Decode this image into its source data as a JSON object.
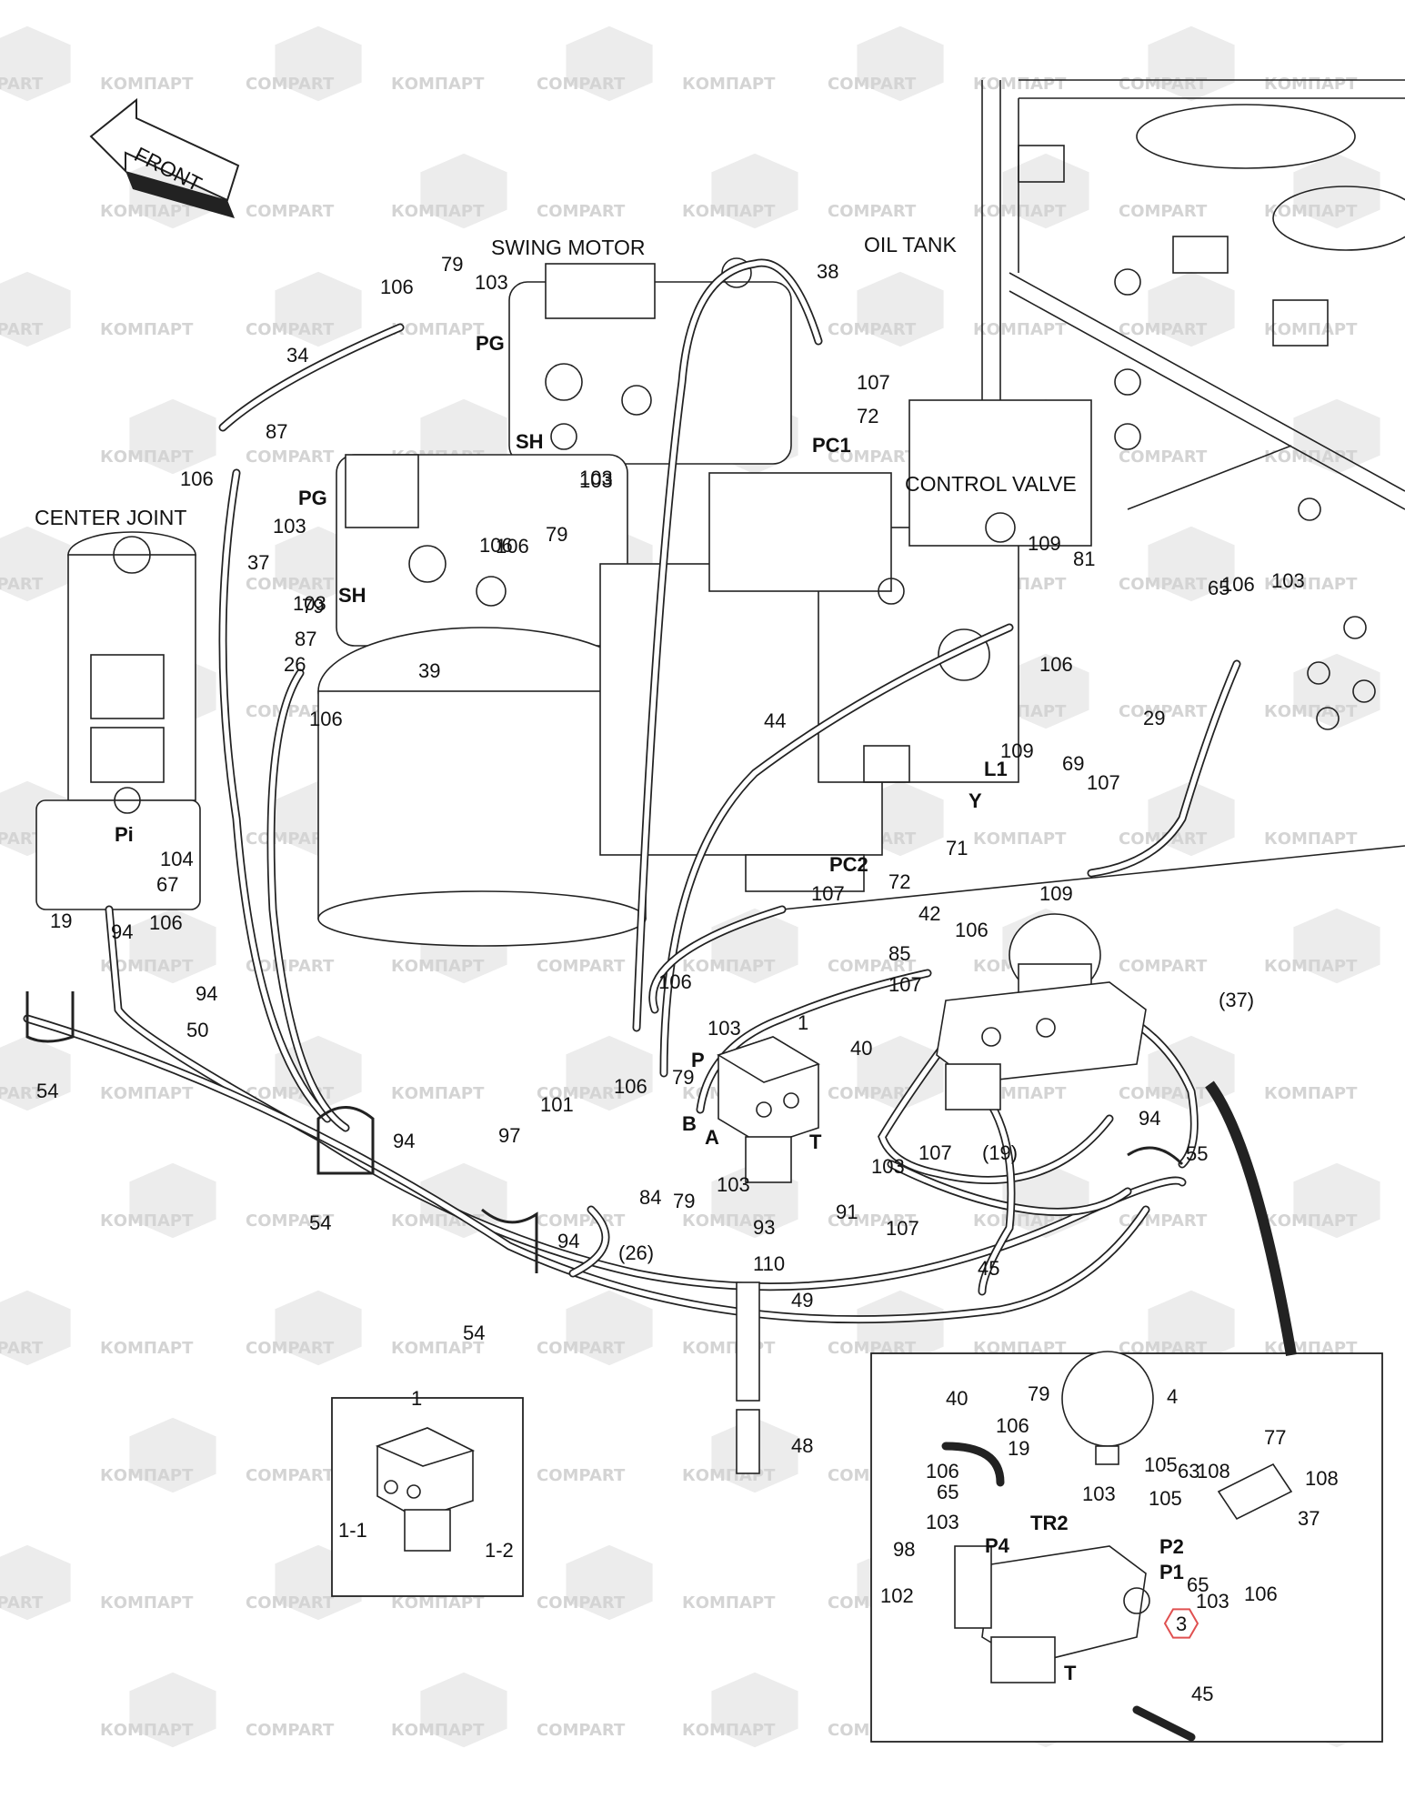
{
  "watermark": {
    "latin": "COMPART",
    "cyrillic": "КОМПАРТ"
  },
  "front_label": "FRONT",
  "captions": {
    "swing_motor": "SWING MOTOR",
    "oil_tank": "OIL TANK",
    "control_valve": "CONTROL VALVE",
    "center_joint": "CENTER JOINT"
  },
  "ports": {
    "pg1": "PG",
    "pg2": "PG",
    "sh1": "SH",
    "sh2": "SH",
    "pc1": "PC1",
    "pc2": "PC2",
    "pi": "Pi",
    "l1": "L1",
    "y": "Y",
    "p": "P",
    "a": "A",
    "b": "B",
    "t": "T",
    "tr2": "TR2",
    "p4": "P4",
    "p2": "P2",
    "p1": "P1",
    "t2": "T"
  },
  "labels": [
    "106",
    "79",
    "103",
    "34",
    "87",
    "106",
    "103",
    "37",
    "106",
    "79",
    "103",
    "38",
    "107",
    "72",
    "103",
    "106",
    "79",
    "103",
    "87",
    "39",
    "26",
    "106",
    "104",
    "67",
    "19",
    "106",
    "94",
    "94",
    "50",
    "54",
    "94",
    "54",
    "54",
    "97",
    "101",
    "106",
    "84",
    "79",
    "103",
    "94",
    "(26)",
    "93",
    "110",
    "49",
    "48",
    "44",
    "109",
    "81",
    "106",
    "109",
    "69",
    "107",
    "71",
    "109",
    "106",
    "72",
    "107",
    "42",
    "85",
    "107",
    "106",
    "103",
    "1",
    "79",
    "40",
    "103",
    "107",
    "91",
    "107",
    "(19)",
    "45",
    "(37)",
    "94",
    "55",
    "65",
    "103",
    "106",
    "29",
    "1",
    "1-1",
    "1-2",
    "40",
    "79",
    "106",
    "19",
    "4",
    "105",
    "106",
    "65",
    "103",
    "98",
    "102",
    "103",
    "63",
    "108",
    "77",
    "108",
    "105",
    "37",
    "65",
    "106",
    "103",
    "3",
    "45"
  ],
  "highlight_color": "#e05050"
}
